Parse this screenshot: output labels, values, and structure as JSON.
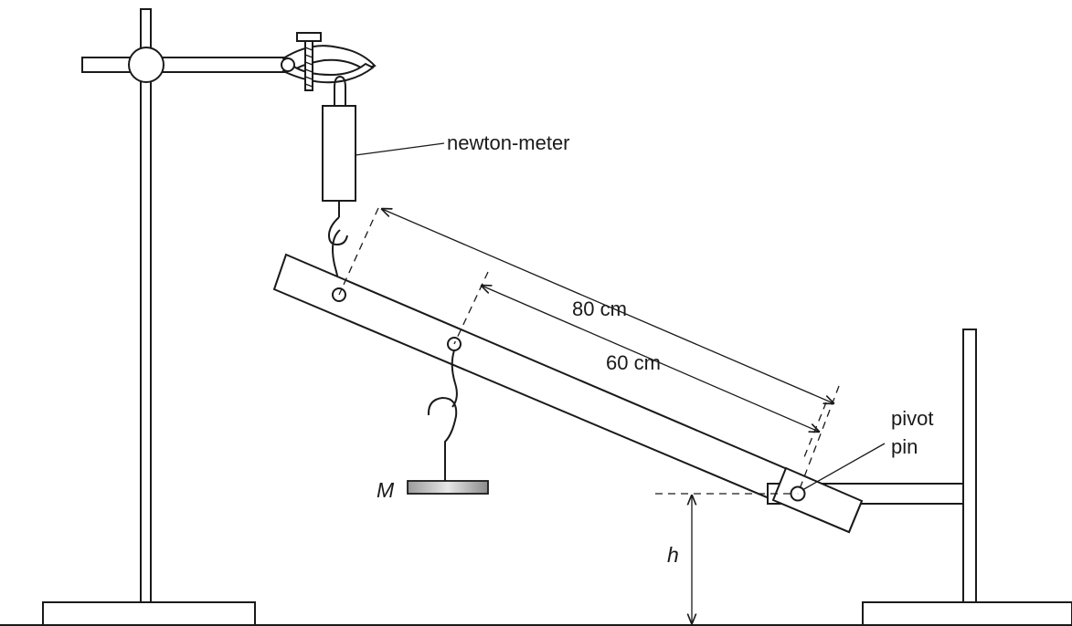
{
  "labels": {
    "newton_meter": "newton-meter",
    "dist_80": "80 cm",
    "dist_60": "60 cm",
    "pivot_line1": "pivot",
    "pivot_line2": "pin",
    "mass": "M",
    "height": "h"
  }
}
